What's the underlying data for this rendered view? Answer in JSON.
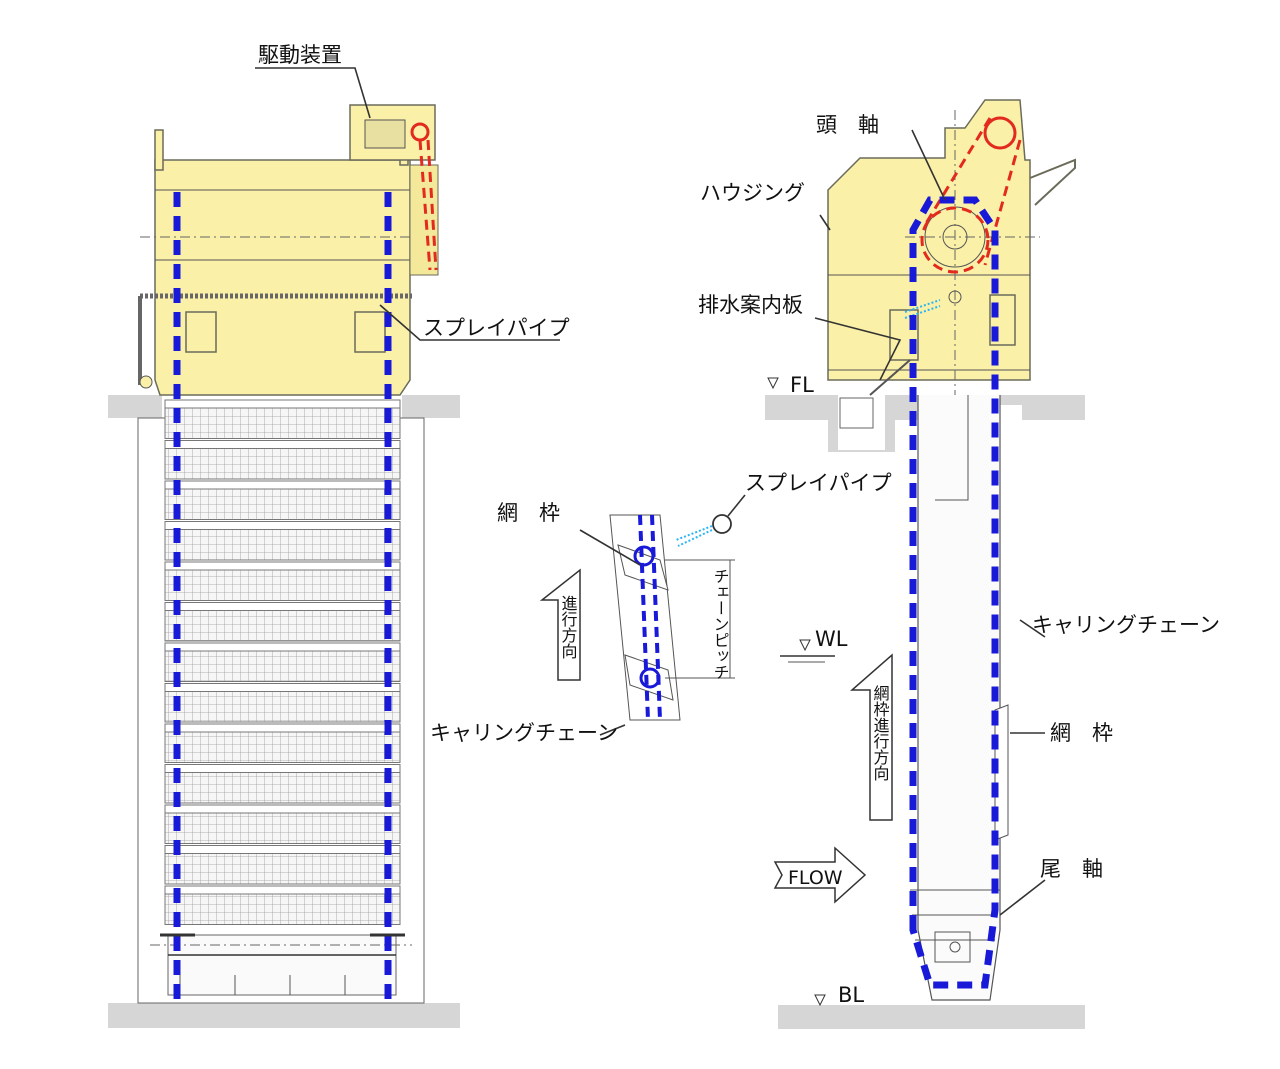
{
  "labels": {
    "drive_unit": "駆動装置",
    "spray_pipe_left": "スプレイパイプ",
    "head_shaft": "頭　軸",
    "housing": "ハウジング",
    "drain_guide": "排水案内板",
    "fl": "FL",
    "spray_pipe_detail": "スプレイパイプ",
    "net_frame_detail": "網　枠",
    "chain_pitch": "チェーンピッチ",
    "direction_detail": "進行方向",
    "carrying_chain_detail": "キャリングチェーン",
    "wl": "WL",
    "carrying_chain_right": "キャリングチェーン",
    "net_direction": "網枠進行方向",
    "net_frame_right": "網　枠",
    "flow": "FLOW",
    "tail_shaft": "尾　軸",
    "bl": "BL"
  },
  "colors": {
    "housing": "#fbf0a8",
    "chain": "#1919d8",
    "drive_chain": "#e22a1f",
    "spray": "#29b6f6",
    "ground": "#d6d6d6"
  }
}
